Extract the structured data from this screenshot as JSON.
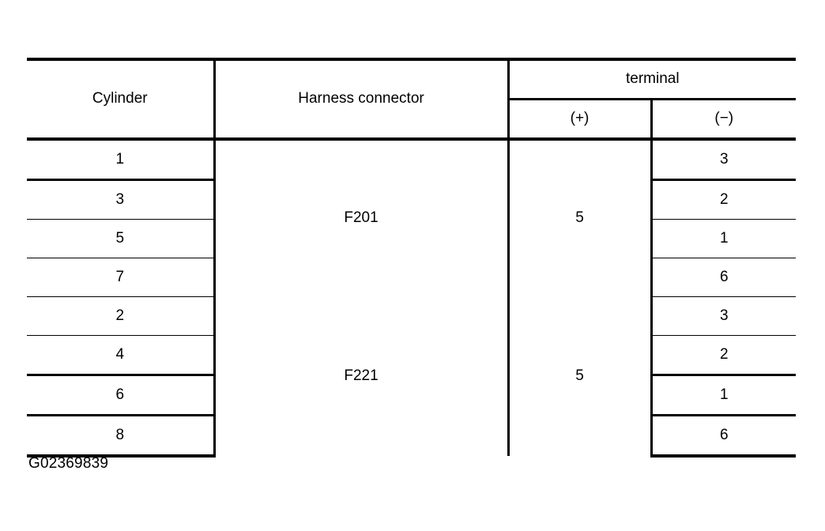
{
  "figure": {
    "caption": "G02369839"
  },
  "table": {
    "headers": {
      "cylinder": "Cylinder",
      "harness_connector": "Harness connector",
      "terminal": "terminal",
      "terminal_positive": "(+)",
      "terminal_negative": "(−)"
    },
    "groups": [
      {
        "harness_connector": "F201",
        "terminal_positive": "5",
        "rows": [
          {
            "cylinder": "1",
            "terminal_negative": "3"
          },
          {
            "cylinder": "3",
            "terminal_negative": "2"
          },
          {
            "cylinder": "5",
            "terminal_negative": "1"
          },
          {
            "cylinder": "7",
            "terminal_negative": "6"
          }
        ]
      },
      {
        "harness_connector": "F221",
        "terminal_positive": "5",
        "rows": [
          {
            "cylinder": "2",
            "terminal_negative": "3"
          },
          {
            "cylinder": "4",
            "terminal_negative": "2"
          },
          {
            "cylinder": "6",
            "terminal_negative": "1"
          },
          {
            "cylinder": "8",
            "terminal_negative": "6"
          }
        ]
      }
    ]
  },
  "colors": {
    "ink": "#000000",
    "background": "#ffffff"
  }
}
